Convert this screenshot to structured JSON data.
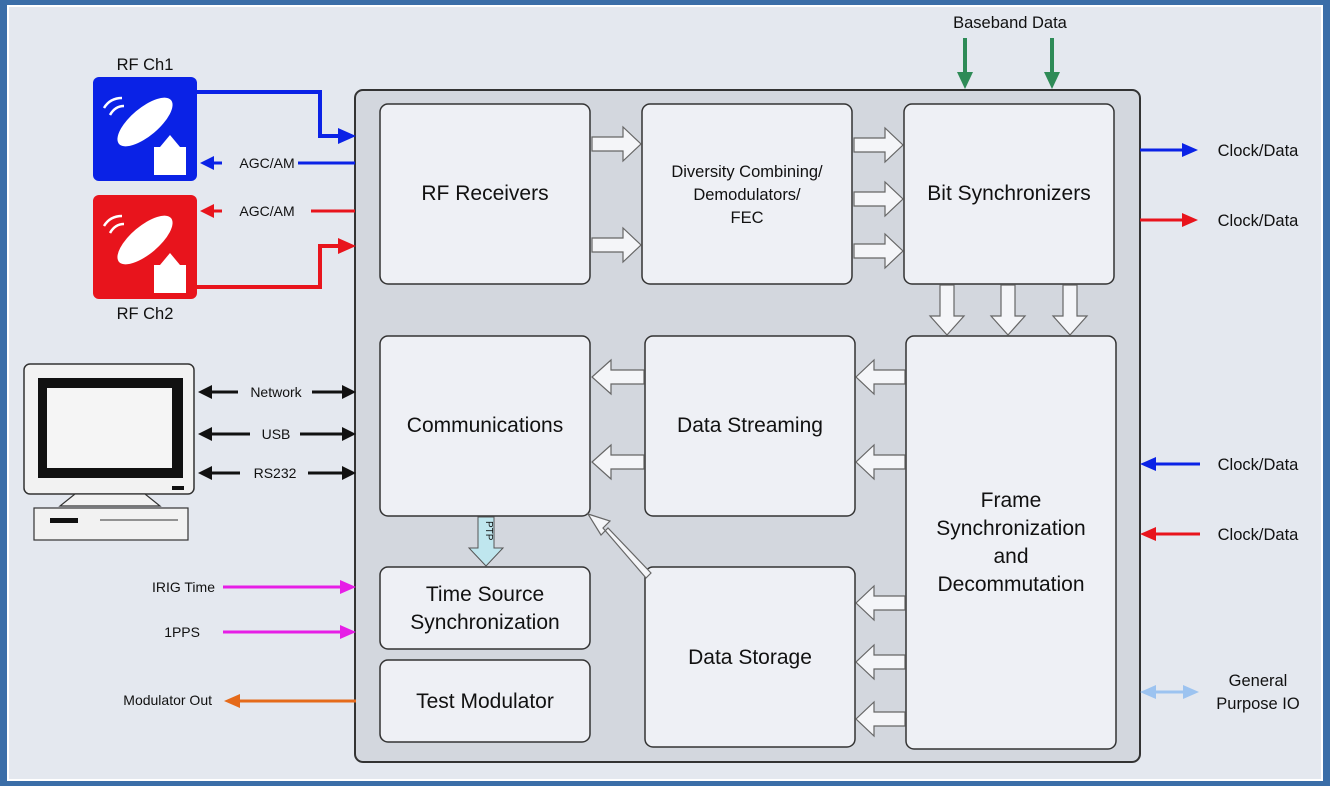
{
  "top": {
    "baseband": "Baseband Data"
  },
  "rf": {
    "ch1": "RF Ch1",
    "ch2": "RF Ch2",
    "agc1": "AGC/AM",
    "agc2": "AGC/AM"
  },
  "pc_links": {
    "network": "Network",
    "usb": "USB",
    "rs232": "RS232"
  },
  "time_inputs": {
    "irig": "IRIG Time",
    "pps": "1PPS"
  },
  "modulator_out": "Modulator Out",
  "blocks": {
    "rf_receivers": "RF Receivers",
    "diversity": [
      "Diversity Combining/",
      "Demodulators/",
      "FEC"
    ],
    "bit_sync": "Bit Synchronizers",
    "communications": "Communications",
    "data_streaming": "Data Streaming",
    "frame_sync": [
      "Frame",
      "Synchronization",
      "and",
      "Decommutation"
    ],
    "time_source": [
      "Time Source",
      "Synchronization"
    ],
    "test_modulator": "Test Modulator",
    "data_storage": "Data Storage",
    "ptp": "PTP"
  },
  "right": {
    "clock1": "Clock/Data",
    "clock2": "Clock/Data",
    "clock3": "Clock/Data",
    "clock4": "Clock/Data",
    "gpio": [
      "General",
      "Purpose IO"
    ]
  },
  "colors": {
    "blue": "#0a22e6",
    "red": "#e8141c",
    "green": "#2e8b57",
    "magenta": "#e61ee6",
    "orange": "#e56a1a",
    "lightblue": "#9cc3f0",
    "frame": "#3b6ea8",
    "background": "#e4e8ef",
    "panel": "#d3d7de",
    "block": "#eef0f5"
  }
}
